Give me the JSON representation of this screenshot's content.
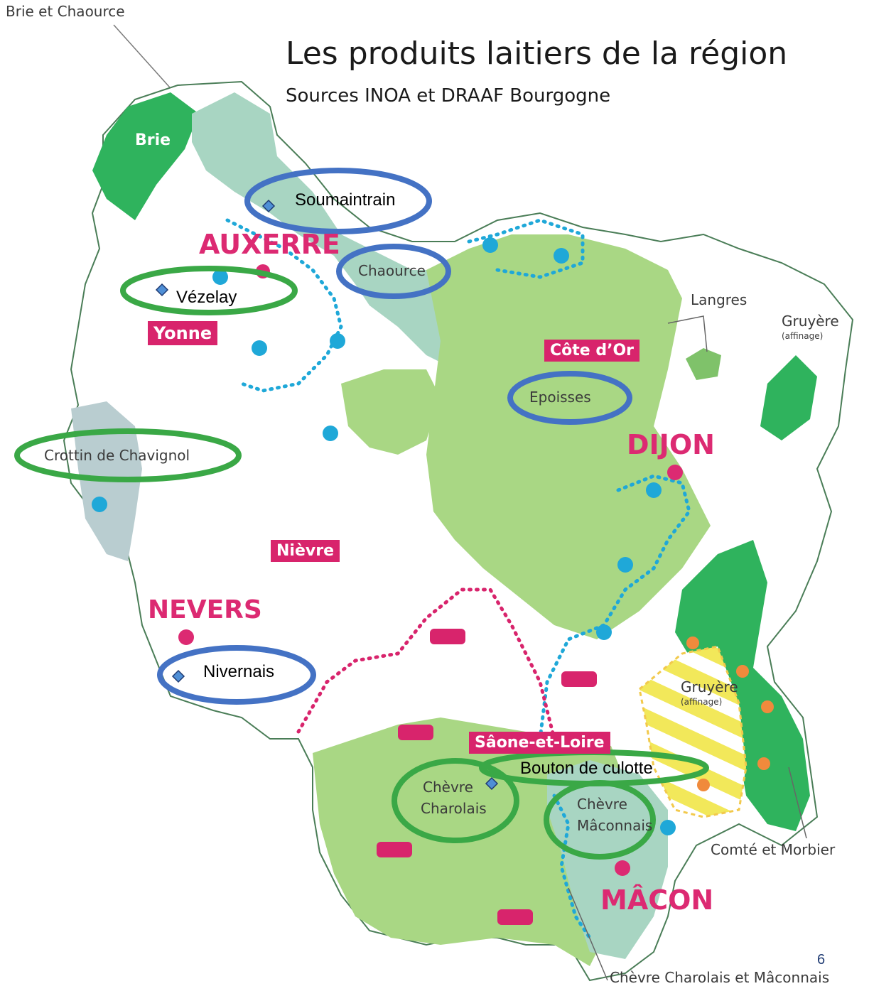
{
  "header": {
    "title": "Les produits laitiers de la région",
    "subtitle": "Sources INOA et DRAAF Bourgogne"
  },
  "page_number": "6",
  "cities": {
    "auxerre": "AUXERRE",
    "dijon": "DIJON",
    "nevers": "NEVERS",
    "macon": "MÂCON"
  },
  "departments": {
    "yonne": "Yonne",
    "cote_dor": "Côte d’Or",
    "nievre": "Nièvre",
    "saone_et_loire": "Sâone-et-Loire"
  },
  "map_labels": {
    "brie_chaource": "Brie et Chaource",
    "brie": "Brie",
    "langres": "Langres",
    "gruyere": "Gruyère",
    "affinage": "(affinage)",
    "crottin": "Crottin de Chavignol",
    "chaource": "Chaource",
    "epoisses": "Epoisses",
    "gruyere_south": "Gruyère",
    "affinage_south": "(affinage)",
    "comte_morbier": "Comté et Morbier",
    "chevre_charolais_line1": "Chèvre",
    "chevre_charolais_line2": "Charolais",
    "chevre_maconnais_line1": "Chèvre",
    "chevre_maconnais_line2": "Mâconnais",
    "chevre_charolais_maconnais": "Chèvre Charolais et Mâconnais"
  },
  "annotations": {
    "soumaintrain": "Soumaintrain",
    "vezelay": "Vézelay",
    "nivernais": "Nivernais",
    "bouton_de_culotte": "Bouton de culotte"
  },
  "colors": {
    "dark_green": "#2fb35d",
    "light_green": "#a9d784",
    "teal": "#a8d5c2",
    "grey_blue": "#b9cdd0",
    "magenta": "#d8246c",
    "cyan_dots": "#1fa8d8",
    "circle_blue": "#4472c4",
    "circle_green": "#3aa846",
    "yellow": "#f2e85a"
  }
}
